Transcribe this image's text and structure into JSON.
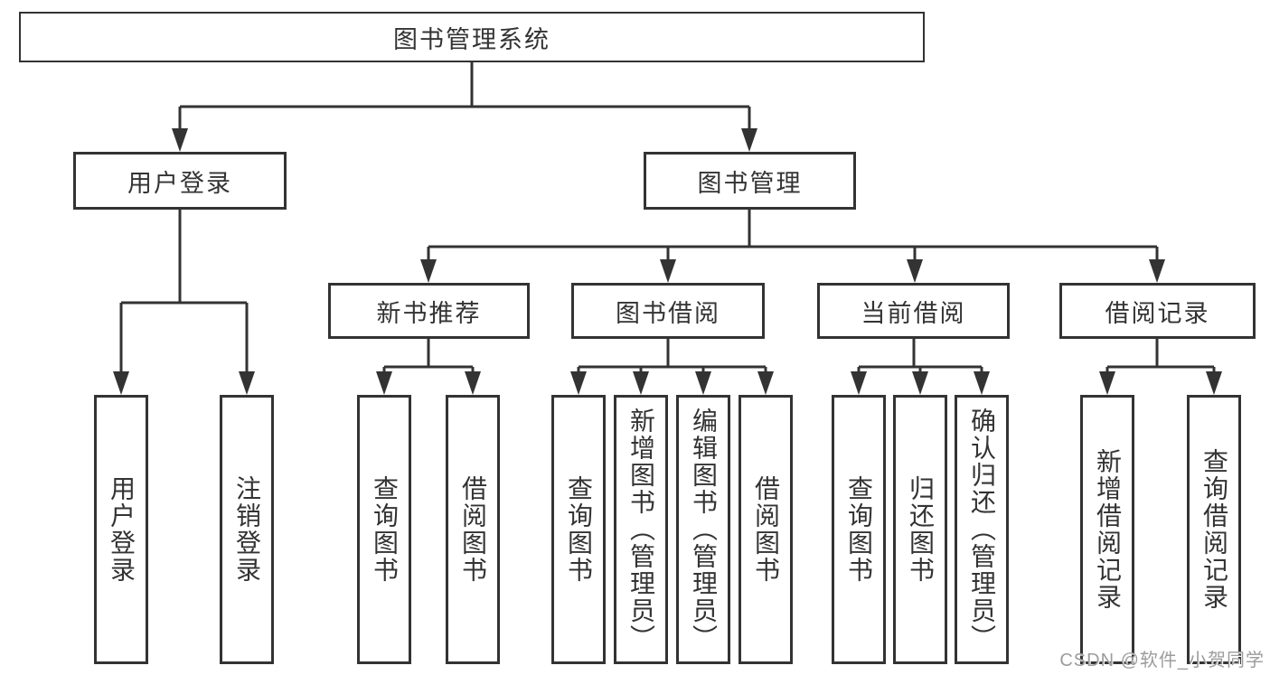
{
  "tree": {
    "root": {
      "label": "图书管理系统"
    },
    "branches": [
      {
        "label": "用户登录",
        "children": [
          {
            "label": "用户登录"
          },
          {
            "label": "注销登录"
          }
        ]
      },
      {
        "label": "图书管理",
        "children": [
          {
            "label": "新书推荐",
            "children": [
              {
                "label": "查询图书"
              },
              {
                "label": "借阅图书"
              }
            ]
          },
          {
            "label": "图书借阅",
            "children": [
              {
                "label": "查询图书"
              },
              {
                "label": "新增图书（管理员）"
              },
              {
                "label": "编辑图书（管理员）"
              },
              {
                "label": "借阅图书"
              }
            ]
          },
          {
            "label": "当前借阅",
            "children": [
              {
                "label": "查询图书"
              },
              {
                "label": "归还图书"
              },
              {
                "label": "确认归还（管理员）"
              }
            ]
          },
          {
            "label": "借阅记录",
            "children": [
              {
                "label": "新增借阅记录"
              },
              {
                "label": "查询借阅记录"
              }
            ]
          }
        ]
      }
    ]
  },
  "watermark": {
    "text": "CSDN @软件_小贺同学"
  },
  "colors": {
    "line": "#333333",
    "box_border": "#333333",
    "text": "#333333",
    "background": "#ffffff",
    "watermark_text": "#9c9c9c"
  }
}
